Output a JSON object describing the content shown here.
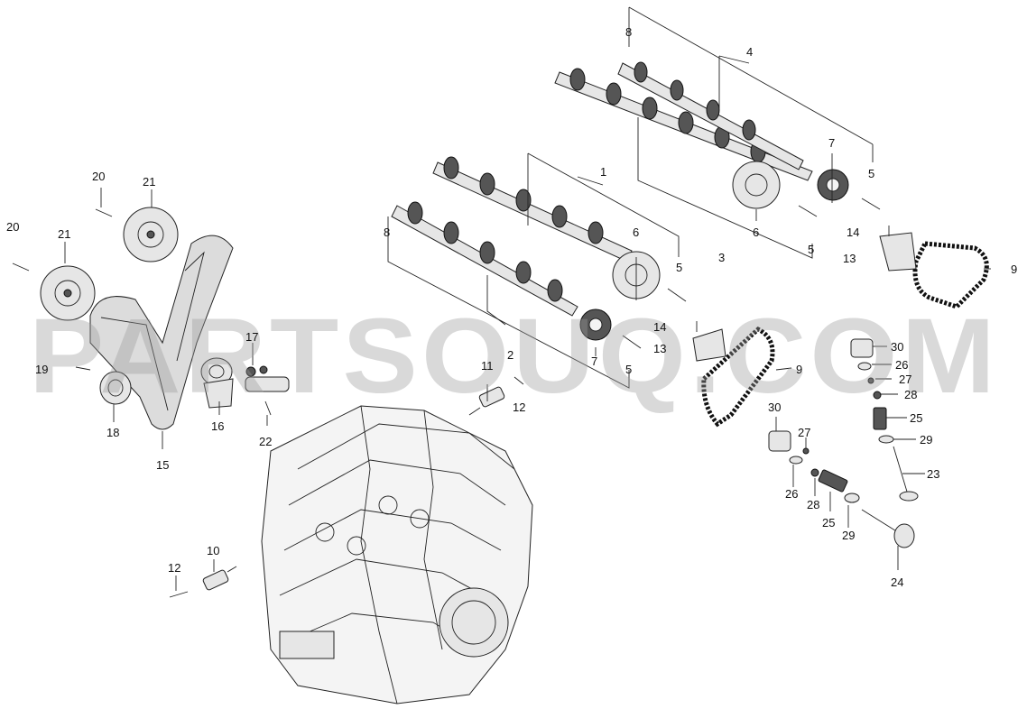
{
  "watermark": "PARTSOUQ.COM",
  "callouts": {
    "c1": "1",
    "c2": "2",
    "c3": "3",
    "c4": "4",
    "c5a": "5",
    "c5b": "5",
    "c5c": "5",
    "c5d": "5",
    "c6a": "6",
    "c6b": "6",
    "c7a": "7",
    "c7b": "7",
    "c8a": "8",
    "c8b": "8",
    "c9a": "9",
    "c9b": "9",
    "c10": "10",
    "c11": "11",
    "c12a": "12",
    "c12b": "12",
    "c13a": "13",
    "c13b": "13",
    "c14a": "14",
    "c14b": "14",
    "c15": "15",
    "c16": "16",
    "c17": "17",
    "c18": "18",
    "c19": "19",
    "c20a": "20",
    "c20b": "20",
    "c21a": "21",
    "c21b": "21",
    "c22": "22",
    "c23": "23",
    "c24": "24",
    "c25a": "25",
    "c25b": "25",
    "c26a": "26",
    "c26b": "26",
    "c27a": "27",
    "c27b": "27",
    "c28a": "28",
    "c28b": "28",
    "c29a": "29",
    "c29b": "29",
    "c30a": "30",
    "c30b": "30"
  }
}
